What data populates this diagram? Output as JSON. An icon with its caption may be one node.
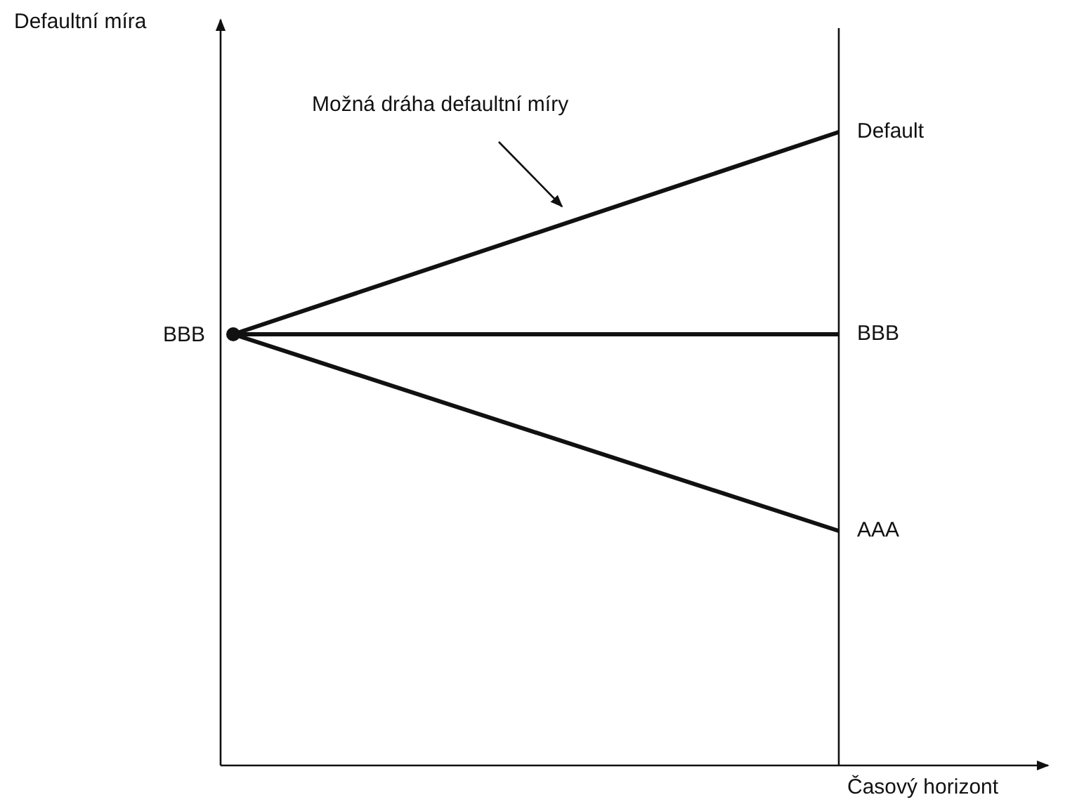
{
  "diagram": {
    "nodes": [
      {
        "text": [],
        "shape": "circle",
        "beside": [
          "BBB"
        ]
      },
      {
        "text": [
          "Default"
        ]
      },
      {
        "text": [
          "BBB"
        ]
      },
      {
        "text": [
          "AAA"
        ]
      },
      {
        "text": [
          "Možná dráha defaultní míry"
        ]
      }
    ],
    "edges": [
      {
        "from": 0,
        "to": 1,
        "arrow": "none"
      },
      {
        "from": 0,
        "to": 2,
        "arrow": "none"
      },
      {
        "from": 0,
        "to": 3,
        "arrow": "none"
      },
      {
        "from": 4,
        "to": null,
        "arrow": "to"
      }
    ],
    "labels": [
      "Defaultní míra",
      "Časový horizont"
    ]
  }
}
